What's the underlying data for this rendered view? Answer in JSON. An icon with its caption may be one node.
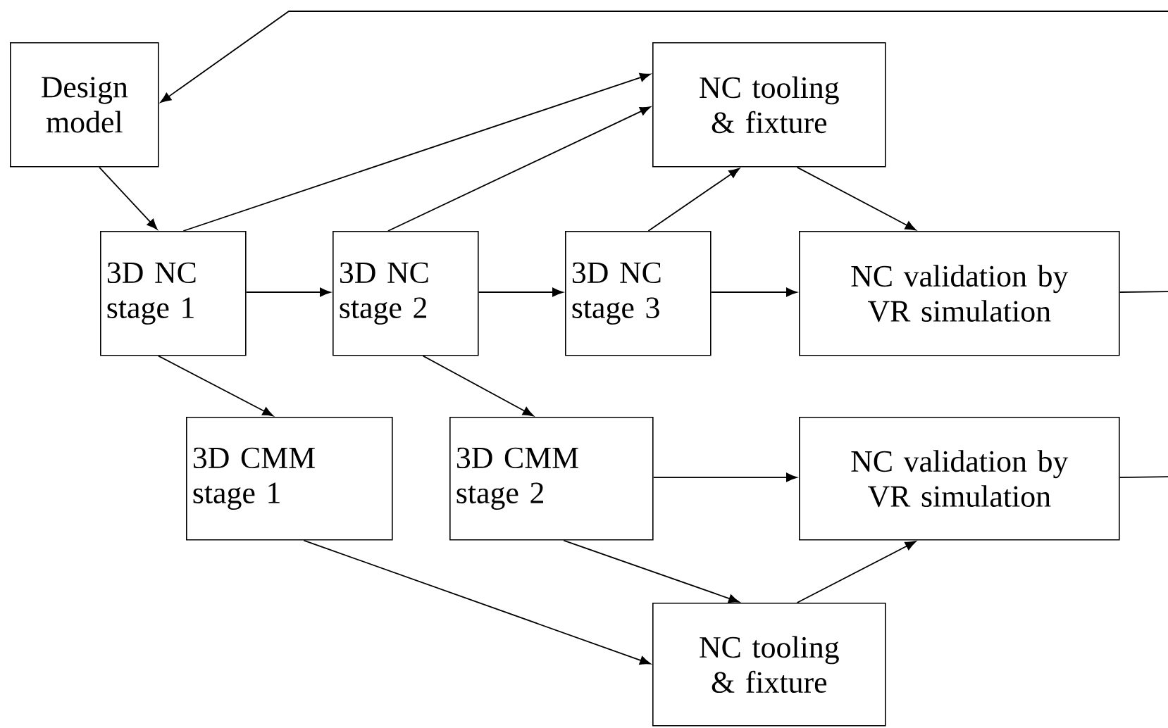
{
  "diagram": {
    "nodes": [
      {
        "text": [
          "Design model"
        ]
      },
      {
        "text": [
          "NC tooling & fixture"
        ]
      },
      {
        "text": [
          "3D NC stage 1"
        ]
      },
      {
        "text": [
          "3D NC stage 2"
        ]
      },
      {
        "text": [
          "3D NC stage 3"
        ]
      },
      {
        "text": [
          "NC validation by VR simulation"
        ]
      },
      {
        "text": [
          "3D CMM stage 1"
        ]
      },
      {
        "text": [
          "3D CMM stage 2"
        ]
      },
      {
        "text": [
          "NC validation by VR simulation"
        ]
      },
      {
        "text": [
          "NC tooling & fixture"
        ]
      }
    ],
    "edges": [
      {
        "from": null,
        "to": 0,
        "arrow": "to"
      },
      {
        "from": 0,
        "to": 2,
        "arrow": "to"
      },
      {
        "from": 2,
        "to": 1,
        "arrow": "to"
      },
      {
        "from": 3,
        "to": 1,
        "arrow": "to"
      },
      {
        "from": 4,
        "to": 1,
        "arrow": "to"
      },
      {
        "from": 1,
        "to": 5,
        "arrow": "to"
      },
      {
        "from": 2,
        "to": 3,
        "arrow": "to"
      },
      {
        "from": 3,
        "to": 4,
        "arrow": "to"
      },
      {
        "from": 4,
        "to": 5,
        "arrow": "to"
      },
      {
        "from": 5,
        "to": null,
        "arrow": "none"
      },
      {
        "from": 2,
        "to": 6,
        "arrow": "to"
      },
      {
        "from": 3,
        "to": 7,
        "arrow": "to"
      },
      {
        "from": 7,
        "to": 8,
        "arrow": "to"
      },
      {
        "from": 8,
        "to": null,
        "arrow": "none"
      },
      {
        "from": 6,
        "to": 9,
        "arrow": "to"
      },
      {
        "from": 7,
        "to": 9,
        "arrow": "to"
      },
      {
        "from": 9,
        "to": 8,
        "arrow": "to"
      }
    ]
  }
}
